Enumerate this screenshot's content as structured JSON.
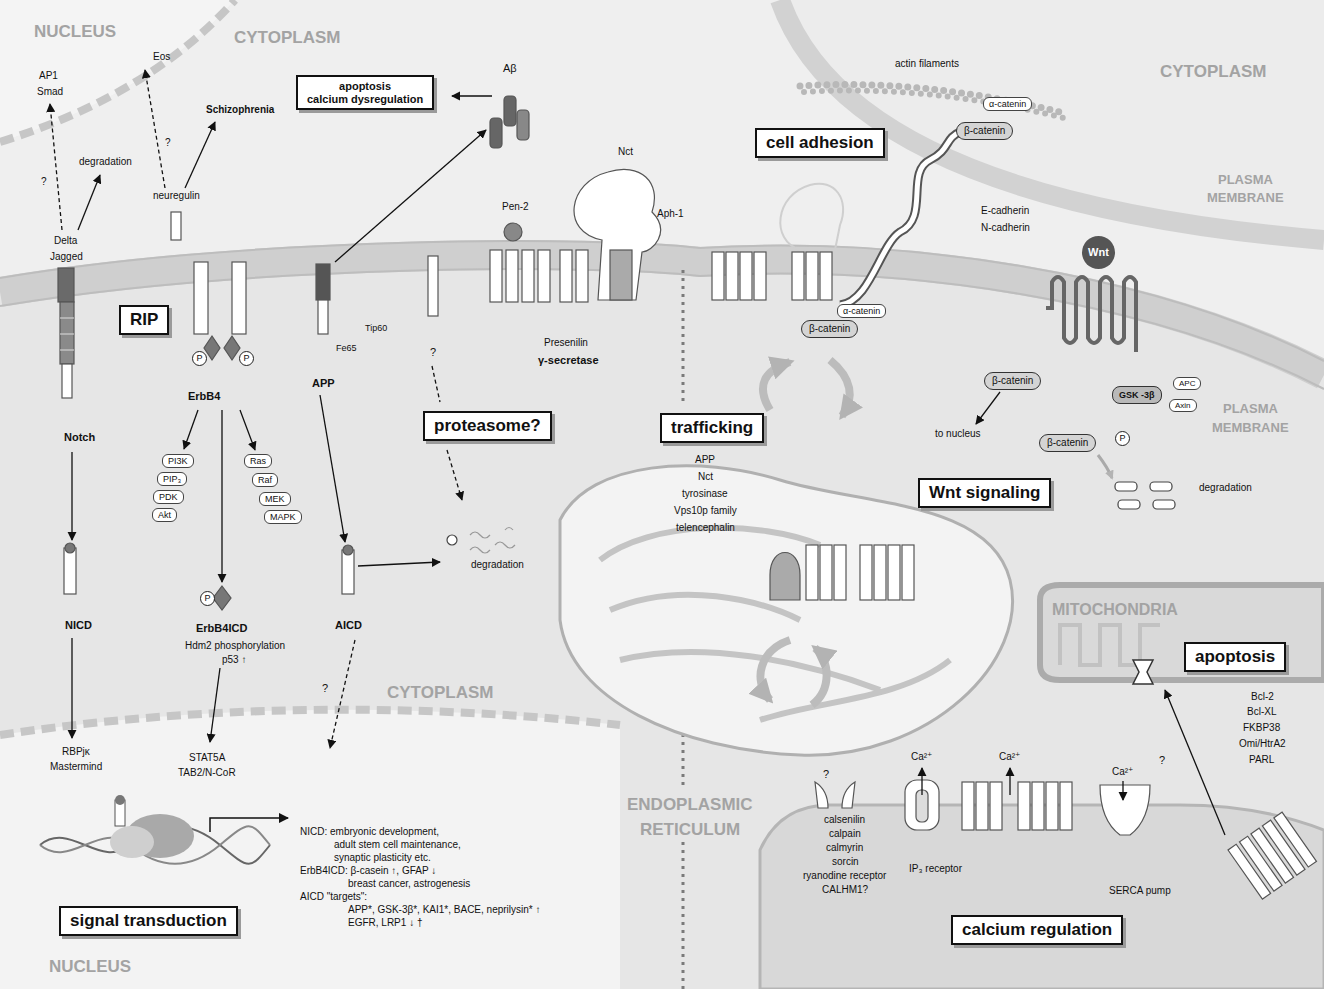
{
  "diagram": {
    "nodes": [
      {
        "text": [
          "apoptosis",
          "calcium dysregulation"
        ]
      },
      {
        "text": [
          "RIP"
        ]
      },
      {
        "text": [
          "P"
        ]
      },
      {
        "text": [
          "P"
        ]
      },
      {
        "text": [
          "PI3K"
        ]
      },
      {
        "text": [
          "PIP₃"
        ]
      },
      {
        "text": [
          "PDK"
        ]
      },
      {
        "text": [
          "Akt"
        ]
      },
      {
        "text": [
          "Ras"
        ]
      },
      {
        "text": [
          "Raf"
        ]
      },
      {
        "text": [
          "MEK"
        ]
      },
      {
        "text": [
          "MAPK"
        ]
      },
      {
        "text": [
          "P"
        ]
      },
      {
        "text": [
          "proteasome?"
        ]
      },
      {
        "text": [
          "trafficking"
        ]
      },
      {
        "text": [
          "cell adhesion"
        ]
      },
      {
        "text": [
          "α-catenin"
        ]
      },
      {
        "text": [
          "β-catenin"
        ]
      },
      {
        "text": [
          "β-catenin"
        ]
      },
      {
        "text": [
          "α-catenin"
        ]
      },
      {
        "text": [
          "Wnt"
        ]
      },
      {
        "text": [
          "β-catenin"
        ]
      },
      {
        "text": [
          "GSK -3β"
        ]
      },
      {
        "text": [
          "APC"
        ]
      },
      {
        "text": [
          "Axin"
        ]
      },
      {
        "text": [
          "β-catenin"
        ]
      },
      {
        "text": [
          "P"
        ]
      },
      {
        "text": [
          "Wnt signaling"
        ]
      },
      {
        "text": [
          "apoptosis"
        ]
      },
      {
        "text": [
          "signal transduction"
        ]
      },
      {
        "text": [
          "calcium regulation"
        ]
      }
    ],
    "labels": [
      "NUCLEUS",
      "CYTOPLASM",
      "AP1",
      "Smad",
      "Eos",
      "Schizophrenia",
      "degradation",
      "?",
      "?",
      "neuregulin",
      "Delta",
      "Jagged",
      "Aβ",
      "Nct",
      "Pen-2",
      "Aph-1",
      "Tip60",
      "Fe65",
      "?",
      "Presenilin",
      "γ-secretase",
      "Notch",
      "ErbB4",
      "APP",
      "degradation",
      "NICD",
      "ErbB4ICD",
      "Hdm2 phosphorylation",
      "p53 ↑",
      "AICD",
      "?",
      "CYTOPLASM",
      "RBPjκ",
      "Mastermind",
      "STAT5A",
      "TAB2/N-CoR",
      "NICD: embryonic development,",
      "adult stem cell maintenance,",
      "synaptic plasticity etc.",
      "ErbB4ICD: β-casein ↑, GFAP ↓",
      "breast cancer, astrogenesis",
      "AICD \"targets\":",
      "APP*, GSK-3β*, KAI1*, BACE, neprilysin* ↑",
      "EGFR, LRP1 ↓ †",
      "NUCLEUS",
      "actin filaments",
      "CYTOPLASM",
      "PLASMA",
      "MEMBRANE",
      "E-cadherin",
      "N-cadherin",
      "PLASMA",
      "MEMBRANE",
      "to nucleus",
      "degradation",
      "APP",
      "Nct",
      "tyrosinase",
      "Vps10p family",
      "telencephalin",
      "MITOCHONDRIA",
      "Bcl-2",
      "Bcl-XL",
      "FKBP38",
      "Omi/HtrA2",
      "PARL",
      "?",
      "ENDOPLASMIC",
      "RETICULUM",
      "?",
      "Ca²⁺",
      "Ca²⁺",
      "Ca²⁺",
      "calsenilin",
      "calpain",
      "calmyrin",
      "sorcin",
      "ryanodine receptor",
      "CALHM1?",
      "IP₃ receptor",
      "SERCA pump"
    ]
  }
}
